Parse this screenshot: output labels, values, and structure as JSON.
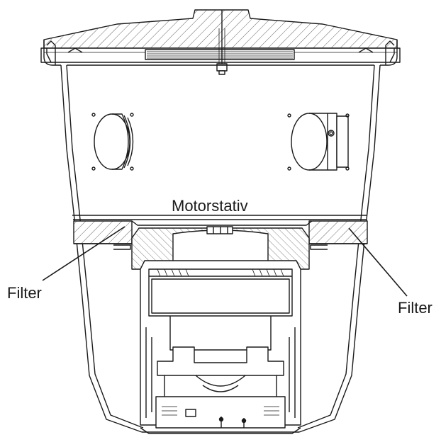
{
  "labels": {
    "motor_stand": "Motorstativ",
    "filter_left": "Filter",
    "filter_right": "Filter"
  }
}
